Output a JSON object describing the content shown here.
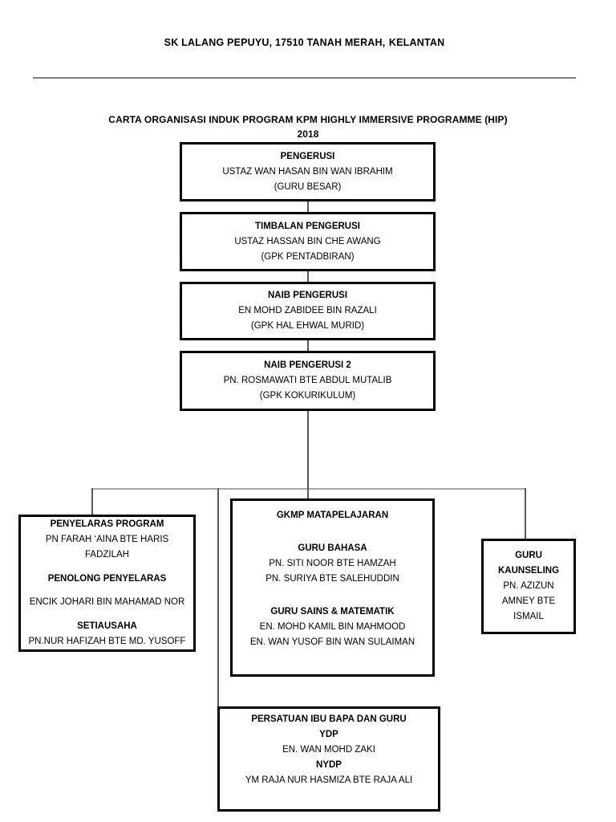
{
  "header": {
    "line1": "SK LALANG PEPUYU, 17510 TANAH MERAH,",
    "line2": "KELANTAN"
  },
  "chart_title": {
    "line1": "CARTA  ORGANISASI  INDUK  PROGRAM  KPM HIGHLY  IMMERSIVE PROGRAMME  (HIP)",
    "line2": "2018"
  },
  "nodes": {
    "pengerusi": {
      "title": "PENGERUSI",
      "name": "USTAZ WAN HASAN BIN WAN IBRAHIM",
      "role": "(GURU BESAR)"
    },
    "timbalan_pengerusi": {
      "title": "TIMBALAN PENGERUSI",
      "name": "USTAZ HASSAN BIN CHE AWANG",
      "role": "(GPK PENTADBIRAN)"
    },
    "naib_pengerusi": {
      "title": "NAIB PENGERUSI",
      "name": "EN MOHD ZABIDEE BIN RAZALI",
      "role": "(GPK HAL EHWAL MURID)"
    },
    "naib_pengerusi_2": {
      "title": "NAIB PENGERUSI 2",
      "name": "PN. ROSMAWATI BTE ABDUL MUTALIB",
      "role": "(GPK KOKURIKULUM)"
    },
    "penyelaras_program": {
      "title": "PENYELARAS  PROGRAM",
      "name1": "PN FARAH ‘AINA BTE HARIS",
      "name2": "FADZILAH",
      "subtitle1": "PENOLONG  PENYELARAS",
      "name3": "ENCIK JOHARI BIN MAHAMAD NOR",
      "subtitle2": "SETIAUSAHA",
      "name4": "PN.NUR HAFIZAH BTE MD. YUSOFF"
    },
    "gkmp_matapelajaran": {
      "title": "GKMP  MATAPELAJARAN",
      "group1_title": "GURU BAHASA",
      "group1_name1": "PN. SITI NOOR BTE HAMZAH",
      "group1_name2": "PN. SURIYA BTE SALEHUDDIN",
      "group2_title": "GURU SAINS & MATEMATIK",
      "group2_name1": "EN. MOHD KAMIL BIN MAHMOOD",
      "group2_name2": "EN. WAN YUSOF BIN WAN SULAIMAN"
    },
    "guru_kaunseling": {
      "title_line1": "GURU",
      "title_line2": "KAUNSELING",
      "name_line1": "PN. AZIZUN",
      "name_line2": "AMNEY BTE",
      "name_line3": "ISMAIL"
    },
    "pibg": {
      "title": "PERSATUAN  IBU  BAPA  DAN  GURU",
      "role1": "YDP",
      "name1": "EN. WAN MOHD ZAKI",
      "role2": "NYDP",
      "name2": "YM RAJA NUR HASMIZA BTE RAJA ALI"
    }
  },
  "colors": {
    "box_border": "#000000",
    "connector": "#595959",
    "connector_light": "#a6a6a6",
    "rule": "#7f7f7f",
    "text": "#000000",
    "background": "#ffffff"
  }
}
